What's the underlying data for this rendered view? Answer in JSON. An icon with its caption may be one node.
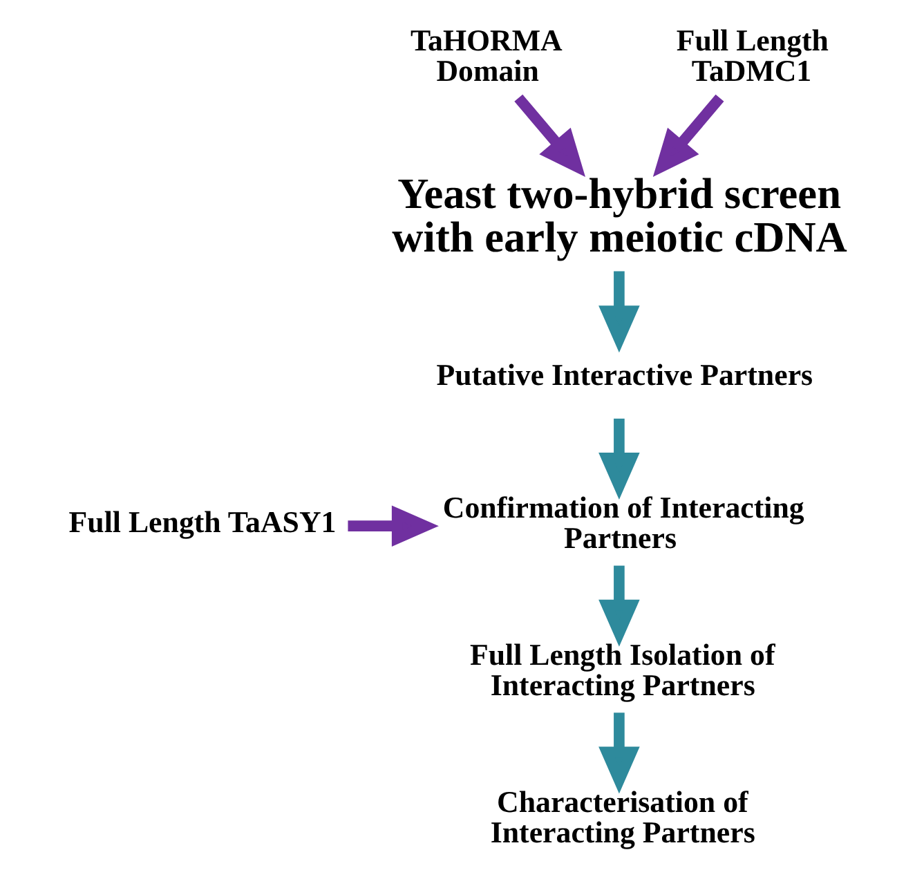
{
  "diagram": {
    "nodes": [
      {
        "text": [
          "TaHORMA Domain"
        ]
      },
      {
        "text": [
          "Full Length TaDMC1"
        ]
      },
      {
        "text": [
          "Yeast two-hybrid screen with early meiotic cDNA"
        ]
      },
      {
        "text": [
          "Putative Interactive Partners"
        ]
      },
      {
        "text": [
          "Full Length TaASY1"
        ]
      },
      {
        "text": [
          "Confirmation of Interacting Partners"
        ]
      },
      {
        "text": [
          "Full Length Isolation of Interacting Partners"
        ]
      },
      {
        "text": [
          "Characterisation of Interacting Partners"
        ]
      }
    ],
    "edges": [
      {
        "from": 0,
        "to": 2,
        "arrow": "to",
        "color": "#7030a0"
      },
      {
        "from": 1,
        "to": 2,
        "arrow": "to",
        "color": "#7030a0"
      },
      {
        "from": 2,
        "to": 3,
        "arrow": "to"
      },
      {
        "from": 3,
        "to": 5,
        "arrow": "to"
      },
      {
        "from": 4,
        "to": 5,
        "arrow": "to",
        "color": "#7030a0"
      },
      {
        "from": 5,
        "to": 6,
        "arrow": "to"
      },
      {
        "from": 6,
        "to": 7,
        "arrow": "to"
      }
    ]
  }
}
